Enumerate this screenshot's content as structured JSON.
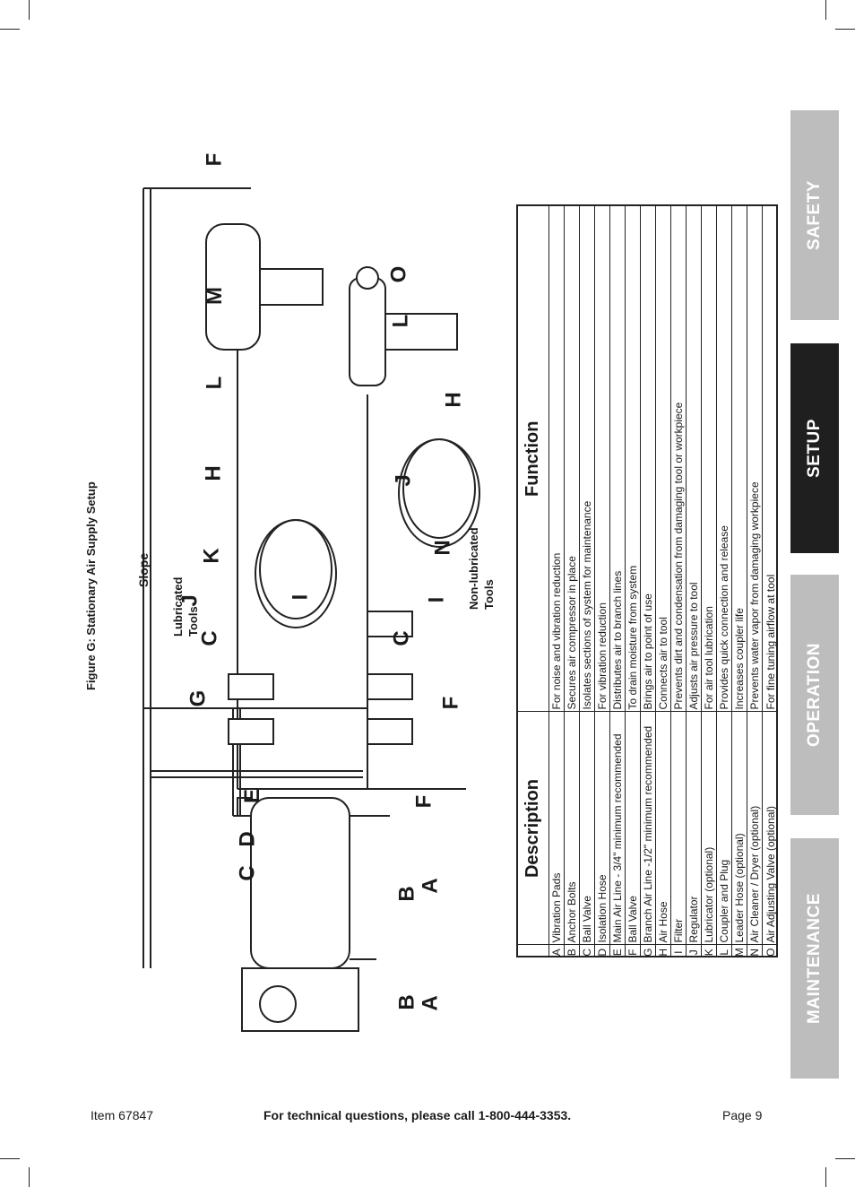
{
  "tabs": [
    {
      "label": "SAFETY",
      "active": false
    },
    {
      "label": "SETUP",
      "active": true
    },
    {
      "label": "OPERATION",
      "active": false
    },
    {
      "label": "MAINTENANCE",
      "active": false
    }
  ],
  "figure": {
    "caption": "Figure G:  Stationary Air Supply Setup",
    "slope": "Slope",
    "lubricated": [
      "Lubricated",
      "Tools"
    ],
    "non_lubricated": [
      "Non-lubricated",
      "Tools"
    ],
    "letters": {
      "A": "A",
      "B": "B",
      "C": "C",
      "D": "D",
      "E": "E",
      "F": "F",
      "G": "G",
      "H": "H",
      "I": "I",
      "J": "J",
      "K": "K",
      "L": "L",
      "M": "M",
      "N": "N",
      "O": "O"
    }
  },
  "table": {
    "col_description": "Description",
    "col_function": "Function",
    "rows": [
      {
        "letter": "A",
        "description": "Vibration Pads",
        "function": "For noise and vibration reduction"
      },
      {
        "letter": "B",
        "description": "Anchor Bolts",
        "function": "Secures air compressor in place"
      },
      {
        "letter": "C",
        "description": "Ball Valve",
        "function": "Isolates sections of system for maintenance"
      },
      {
        "letter": "D",
        "description": "Isolation Hose",
        "function": "For vibration reduction"
      },
      {
        "letter": "E",
        "description": "Main Air Line - 3/4\" minimum recommended",
        "function": "Distributes air to branch lines"
      },
      {
        "letter": "F",
        "description": "Ball Valve",
        "function": "To drain moisture from system"
      },
      {
        "letter": "G",
        "description": "Branch Air Line -1/2\" minimum recommended",
        "function": "Brings air to point of use"
      },
      {
        "letter": "H",
        "description": "Air Hose",
        "function": "Connects air to tool"
      },
      {
        "letter": "I",
        "description": "Filter",
        "function": "Prevents dirt and condensation from damaging tool or workpiece"
      },
      {
        "letter": "J",
        "description": "Regulator",
        "function": "Adjusts air pressure to tool"
      },
      {
        "letter": "K",
        "description": "Lubricator (optional)",
        "function": "For air tool lubrication"
      },
      {
        "letter": "L",
        "description": "Coupler and Plug",
        "function": "Provides quick connection and release"
      },
      {
        "letter": "M",
        "description": "Leader Hose (optional)",
        "function": "Increases coupler life"
      },
      {
        "letter": "N",
        "description": "Air Cleaner / Dryer (optional)",
        "function": "Prevents water vapor from damaging workpiece"
      },
      {
        "letter": "O",
        "description": "Air Adjusting Valve (optional)",
        "function": "For fine tuning airflow at tool"
      }
    ]
  },
  "footer": {
    "item": "Item 67847",
    "tech": "For technical questions, please call 1-800-444-3353.",
    "page": "Page 9"
  }
}
